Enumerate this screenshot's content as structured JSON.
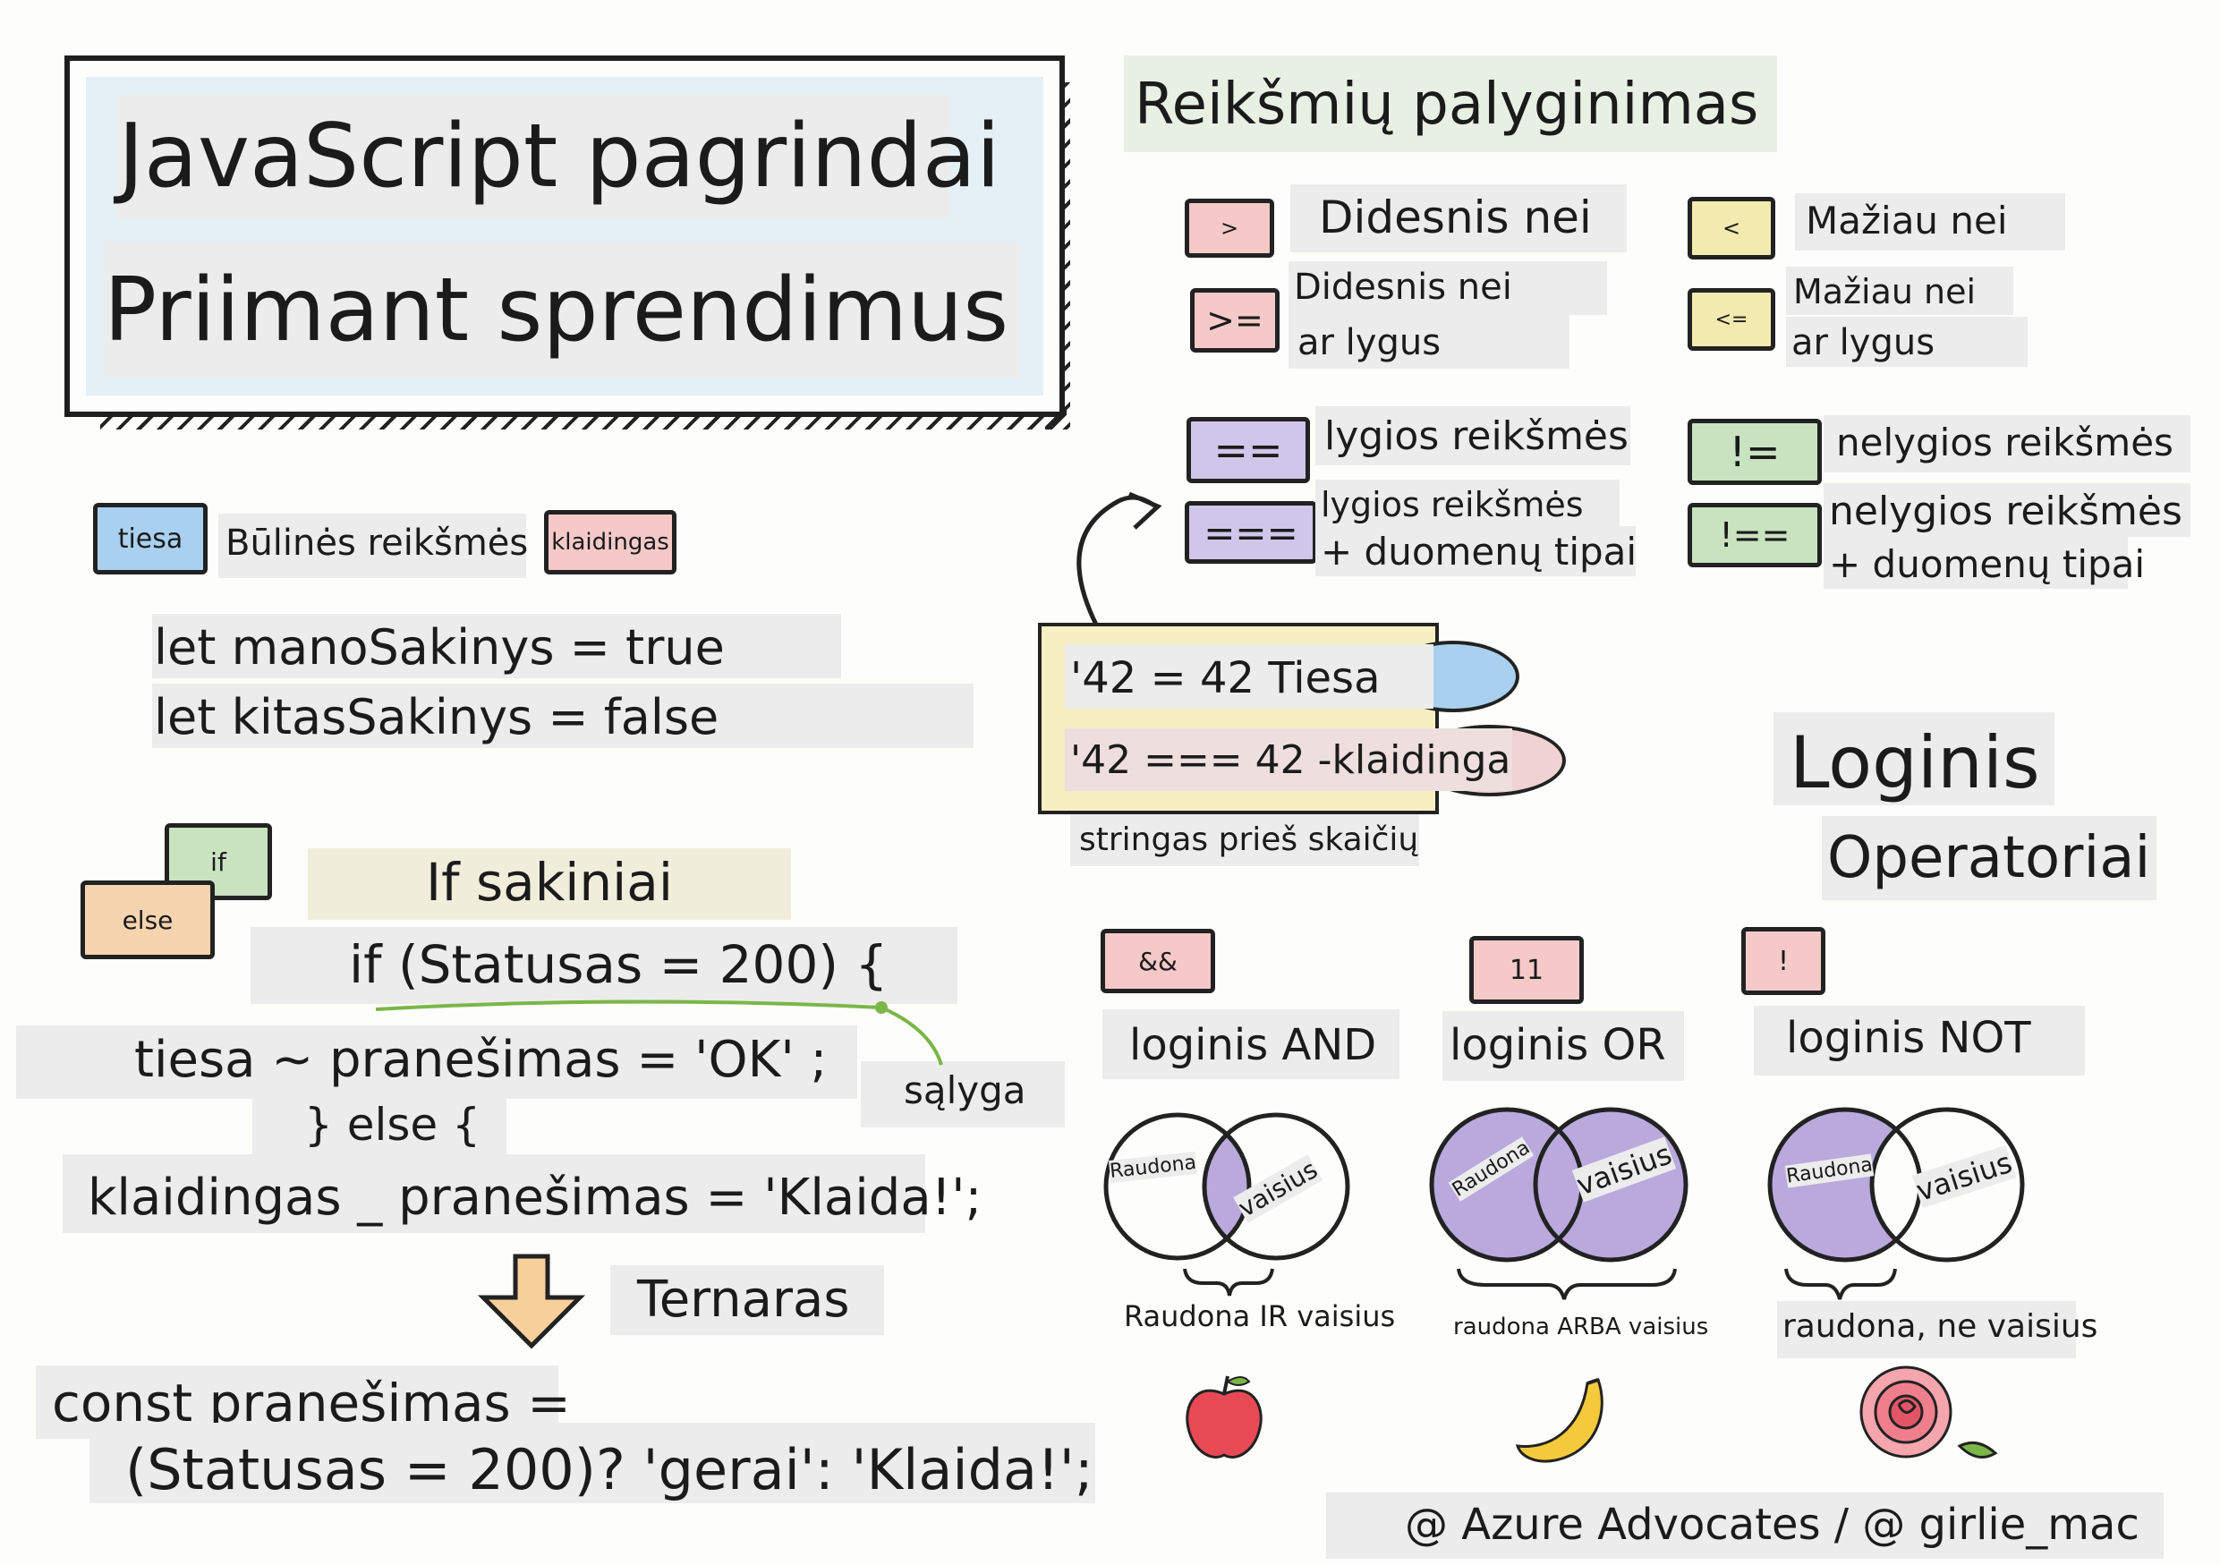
{
  "title": {
    "line1": "JavaScript pagrindai",
    "line2": "Priimant sprendimus"
  },
  "boolean": {
    "true_bubble": "tiesa",
    "label": "Būlinės reikšmės",
    "false_bubble": "klaidingas",
    "code_line1": "let manoSakinys = true",
    "code_line2": "let kitasSakinys = false"
  },
  "if_section": {
    "if_bubble": "if",
    "else_bubble": "else",
    "heading": "If sakiniai",
    "line1": "if (Statusas = 200) {",
    "line2": "tiesa ~ pranešimas = 'OK' ;",
    "line3": "} else {",
    "line4": "klaidingas _ pranešimas = 'Klaida!';",
    "condition_note": "sąlyga"
  },
  "ternary": {
    "heading": "Ternaras",
    "line1": "const pranešimas =",
    "line2": "(Statusas = 200)? 'gerai': 'Klaida!';"
  },
  "comparison": {
    "heading": "Reikšmių palyginimas",
    "items": [
      {
        "symbol": ">",
        "label": "Didesnis nei"
      },
      {
        "symbol": "<",
        "label": "Mažiau nei"
      },
      {
        "symbol": ">=",
        "label1": "Didesnis nei",
        "label2": "ar lygus"
      },
      {
        "symbol": "<=",
        "label1": "Mažiau nei",
        "label2": "ar lygus"
      },
      {
        "symbol": "==",
        "label": "lygios reikšmės"
      },
      {
        "symbol": "!=",
        "label": "nelygios reikšmės"
      },
      {
        "symbol": "===",
        "label1": "lygios reikšmės",
        "label2": "+ duomenų tipai"
      },
      {
        "symbol": "!==",
        "label1": "nelygios reikšmės",
        "label2": "+ duomenų tipai"
      }
    ],
    "example1": "'42 = 42 Tiesa",
    "example2": "'42 === 42 -klaidinga",
    "example_note": "stringas prieš skaičių"
  },
  "logic": {
    "heading1": "Loginis",
    "heading2": "Operatoriai",
    "ops": [
      {
        "symbol": "&&",
        "name": "loginis AND",
        "circle_left": "Raudona",
        "circle_right": "vaisius",
        "result": "Raudona IR vaisius",
        "example": "apple-icon"
      },
      {
        "symbol": "11",
        "name": "loginis OR",
        "circle_left": "Raudona",
        "circle_right": "vaisius",
        "result": "raudona ARBA vaisius",
        "example": "banana-icon"
      },
      {
        "symbol": "!",
        "name": "loginis NOT",
        "circle_left": "Raudona",
        "circle_right": "vaisius",
        "result": "raudona, ne vaisius",
        "example": "rose-icon"
      }
    ]
  },
  "credit": "@ Azure Advocates / @ girlie_mac",
  "colors": {
    "pink": "#f4c9c8",
    "yellow": "#f3eab0",
    "lavender": "#cfc6ea",
    "green": "#c9e2c0",
    "blue": "#a9d1ef",
    "venn_fill": "#b9a9dd"
  }
}
